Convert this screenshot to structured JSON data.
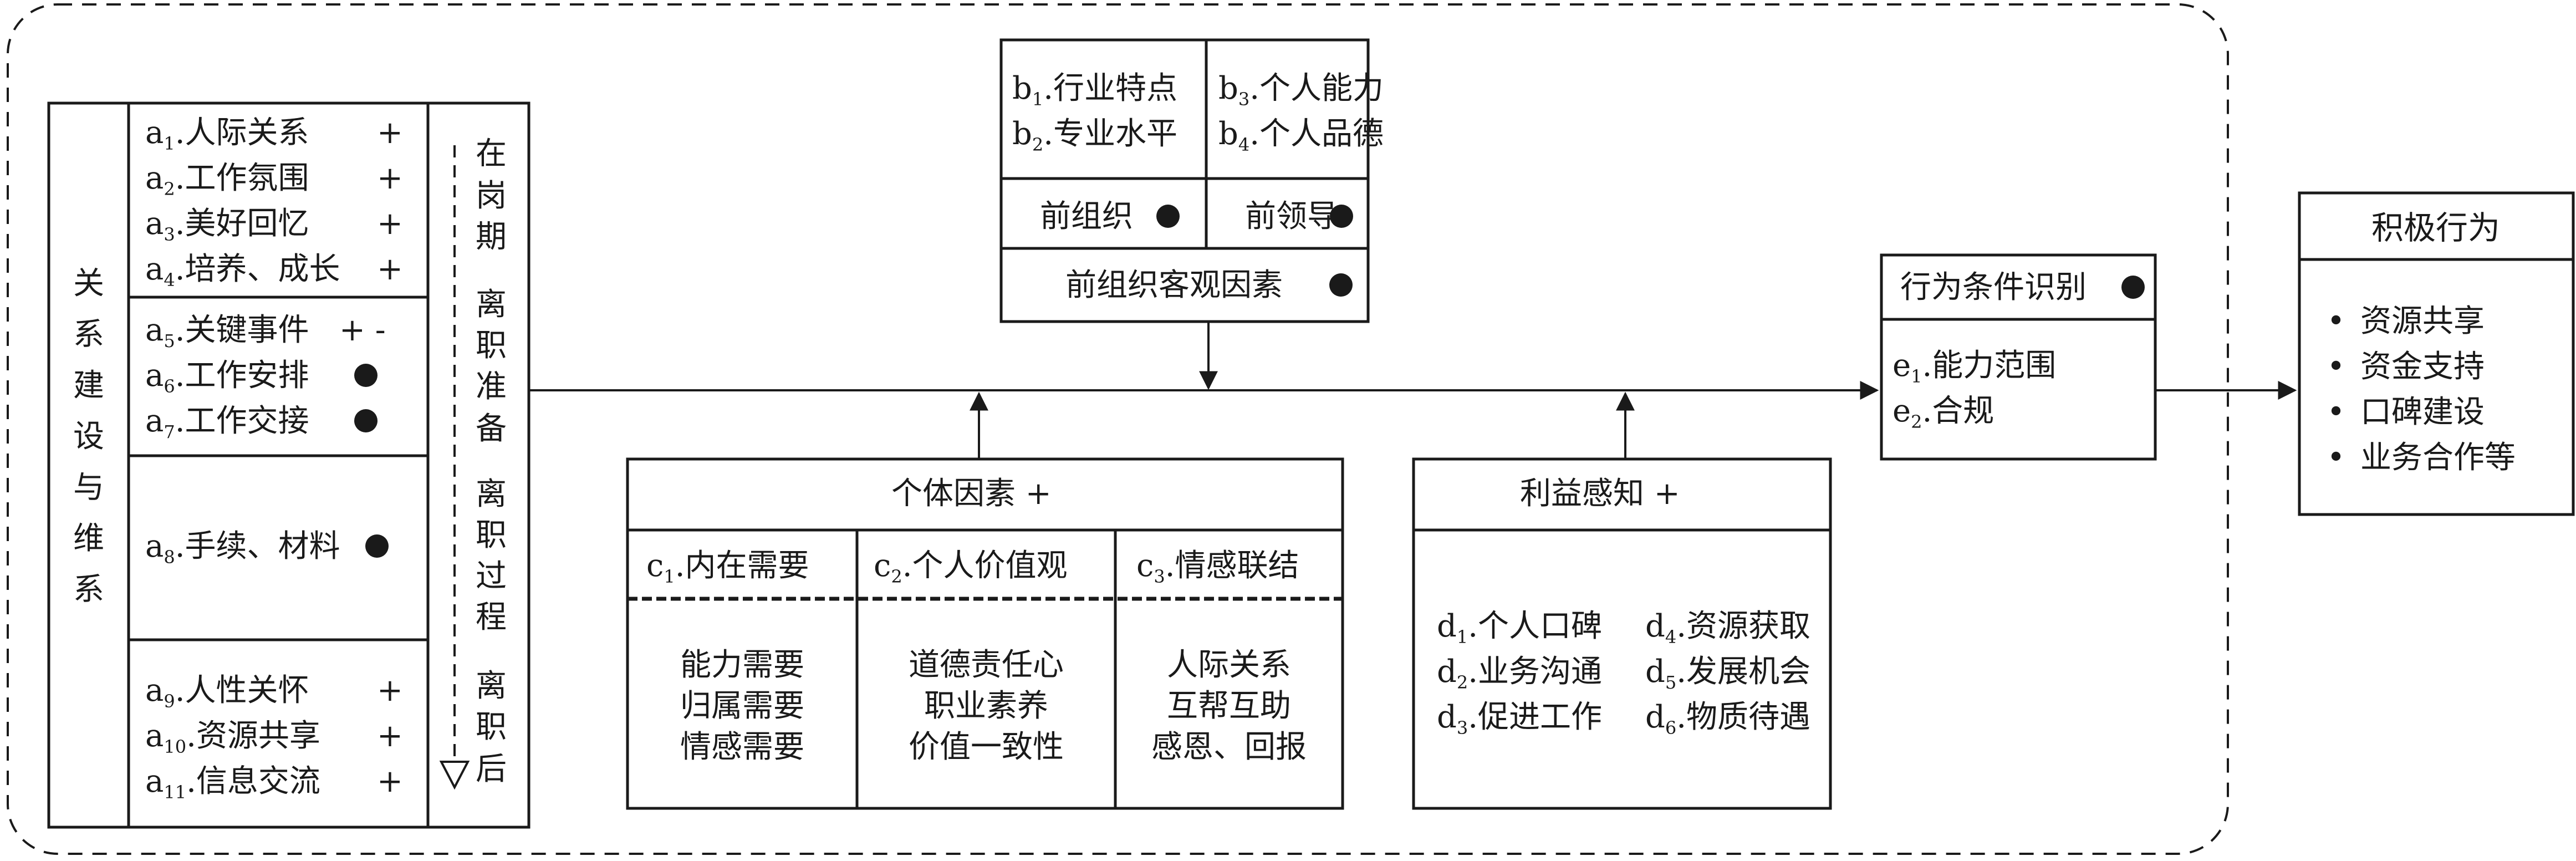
{
  "relation_block": {
    "title_chars": [
      "关",
      "系",
      "建",
      "设",
      "与",
      "维",
      "系"
    ],
    "group1": [
      {
        "letter": "a",
        "sub": "1",
        "text": ".人际关系",
        "mark": "+"
      },
      {
        "letter": "a",
        "sub": "2",
        "text": ".工作氛围",
        "mark": "+"
      },
      {
        "letter": "a",
        "sub": "3",
        "text": ".美好回忆",
        "mark": "+"
      },
      {
        "letter": "a",
        "sub": "4",
        "text": ".培养、成长",
        "mark": "+"
      }
    ],
    "group2": [
      {
        "letter": "a",
        "sub": "5",
        "text": ".关键事件",
        "mark": "+ -"
      },
      {
        "letter": "a",
        "sub": "6",
        "text": ".工作安排",
        "mark": "dot"
      },
      {
        "letter": "a",
        "sub": "7",
        "text": ".工作交接",
        "mark": "dot"
      }
    ],
    "group3": [
      {
        "letter": "a",
        "sub": "8",
        "text": ".手续、材料",
        "mark": "dot"
      }
    ],
    "group4": [
      {
        "letter": "a",
        "sub": "9",
        "text": ".人性关怀",
        "mark": "+"
      },
      {
        "letter": "a",
        "sub": "10",
        "text": ".资源共享",
        "mark": "+"
      },
      {
        "letter": "a",
        "sub": "11",
        "text": ".信息交流",
        "mark": "+"
      }
    ]
  },
  "stages": {
    "col1": [
      "在",
      "岗",
      "期",
      "离",
      "职",
      "准",
      "备",
      "离",
      "职",
      "过",
      "程"
    ],
    "col2": [
      "离",
      "职",
      "后"
    ]
  },
  "former_org": {
    "left_items": [
      {
        "letter": "b",
        "sub": "1",
        "text": ".行业特点"
      },
      {
        "letter": "b",
        "sub": "2",
        "text": ".专业水平"
      }
    ],
    "right_items": [
      {
        "letter": "b",
        "sub": "3",
        "text": ".个人能力"
      },
      {
        "letter": "b",
        "sub": "4",
        "text": ".个人品德"
      }
    ],
    "org_label": "前组织",
    "leader_label": "前领导",
    "objective_label": "前组织客观因素"
  },
  "individual": {
    "title": "个体因素 +",
    "columns": [
      {
        "letter": "c",
        "sub": "1",
        "head": ".内在需要",
        "items": [
          "能力需要",
          "归属需要",
          "情感需要"
        ]
      },
      {
        "letter": "c",
        "sub": "2",
        "head": ".个人价值观",
        "items": [
          "道德责任心",
          "职业素养",
          "价值一致性"
        ]
      },
      {
        "letter": "c",
        "sub": "3",
        "head": ".情感联结",
        "items": [
          "人际关系",
          "互帮互助",
          "感恩、回报"
        ]
      }
    ]
  },
  "benefit": {
    "title": "利益感知 +",
    "rows": [
      [
        {
          "letter": "d",
          "sub": "1",
          "text": ".个人口碑"
        },
        {
          "letter": "d",
          "sub": "4",
          "text": ".资源获取"
        }
      ],
      [
        {
          "letter": "d",
          "sub": "2",
          "text": ".业务沟通"
        },
        {
          "letter": "d",
          "sub": "5",
          "text": ".发展机会"
        }
      ],
      [
        {
          "letter": "d",
          "sub": "3",
          "text": ".促进工作"
        },
        {
          "letter": "d",
          "sub": "6",
          "text": ".物质待遇"
        }
      ]
    ]
  },
  "condition": {
    "title": "行为条件识别",
    "items": [
      {
        "letter": "e",
        "sub": "1",
        "text": ".能力范围"
      },
      {
        "letter": "e",
        "sub": "2",
        "text": ".合规"
      }
    ]
  },
  "positive": {
    "title": "积极行为",
    "items": [
      "资源共享",
      "资金支持",
      "口碑建设",
      "业务合作等"
    ],
    "bullet": "•"
  }
}
